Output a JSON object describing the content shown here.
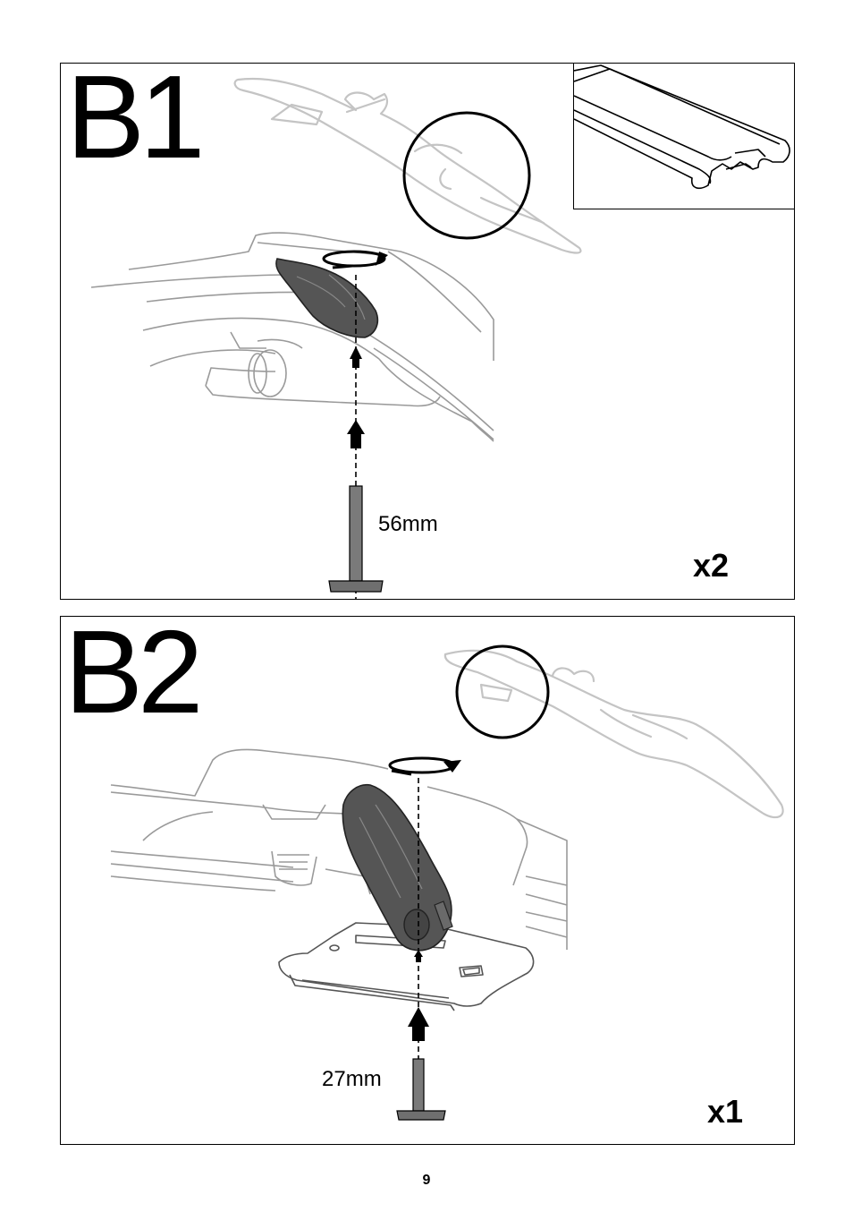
{
  "page": {
    "number": "9"
  },
  "steps": [
    {
      "label": "B1",
      "dimension": "56mm",
      "quantity": "x2"
    },
    {
      "label": "B2",
      "dimension": "27mm",
      "quantity": "x1"
    }
  ],
  "colors": {
    "part_dark": "#555555",
    "outline_light": "#b5b5b5",
    "bolt": "#7a7a7a"
  }
}
